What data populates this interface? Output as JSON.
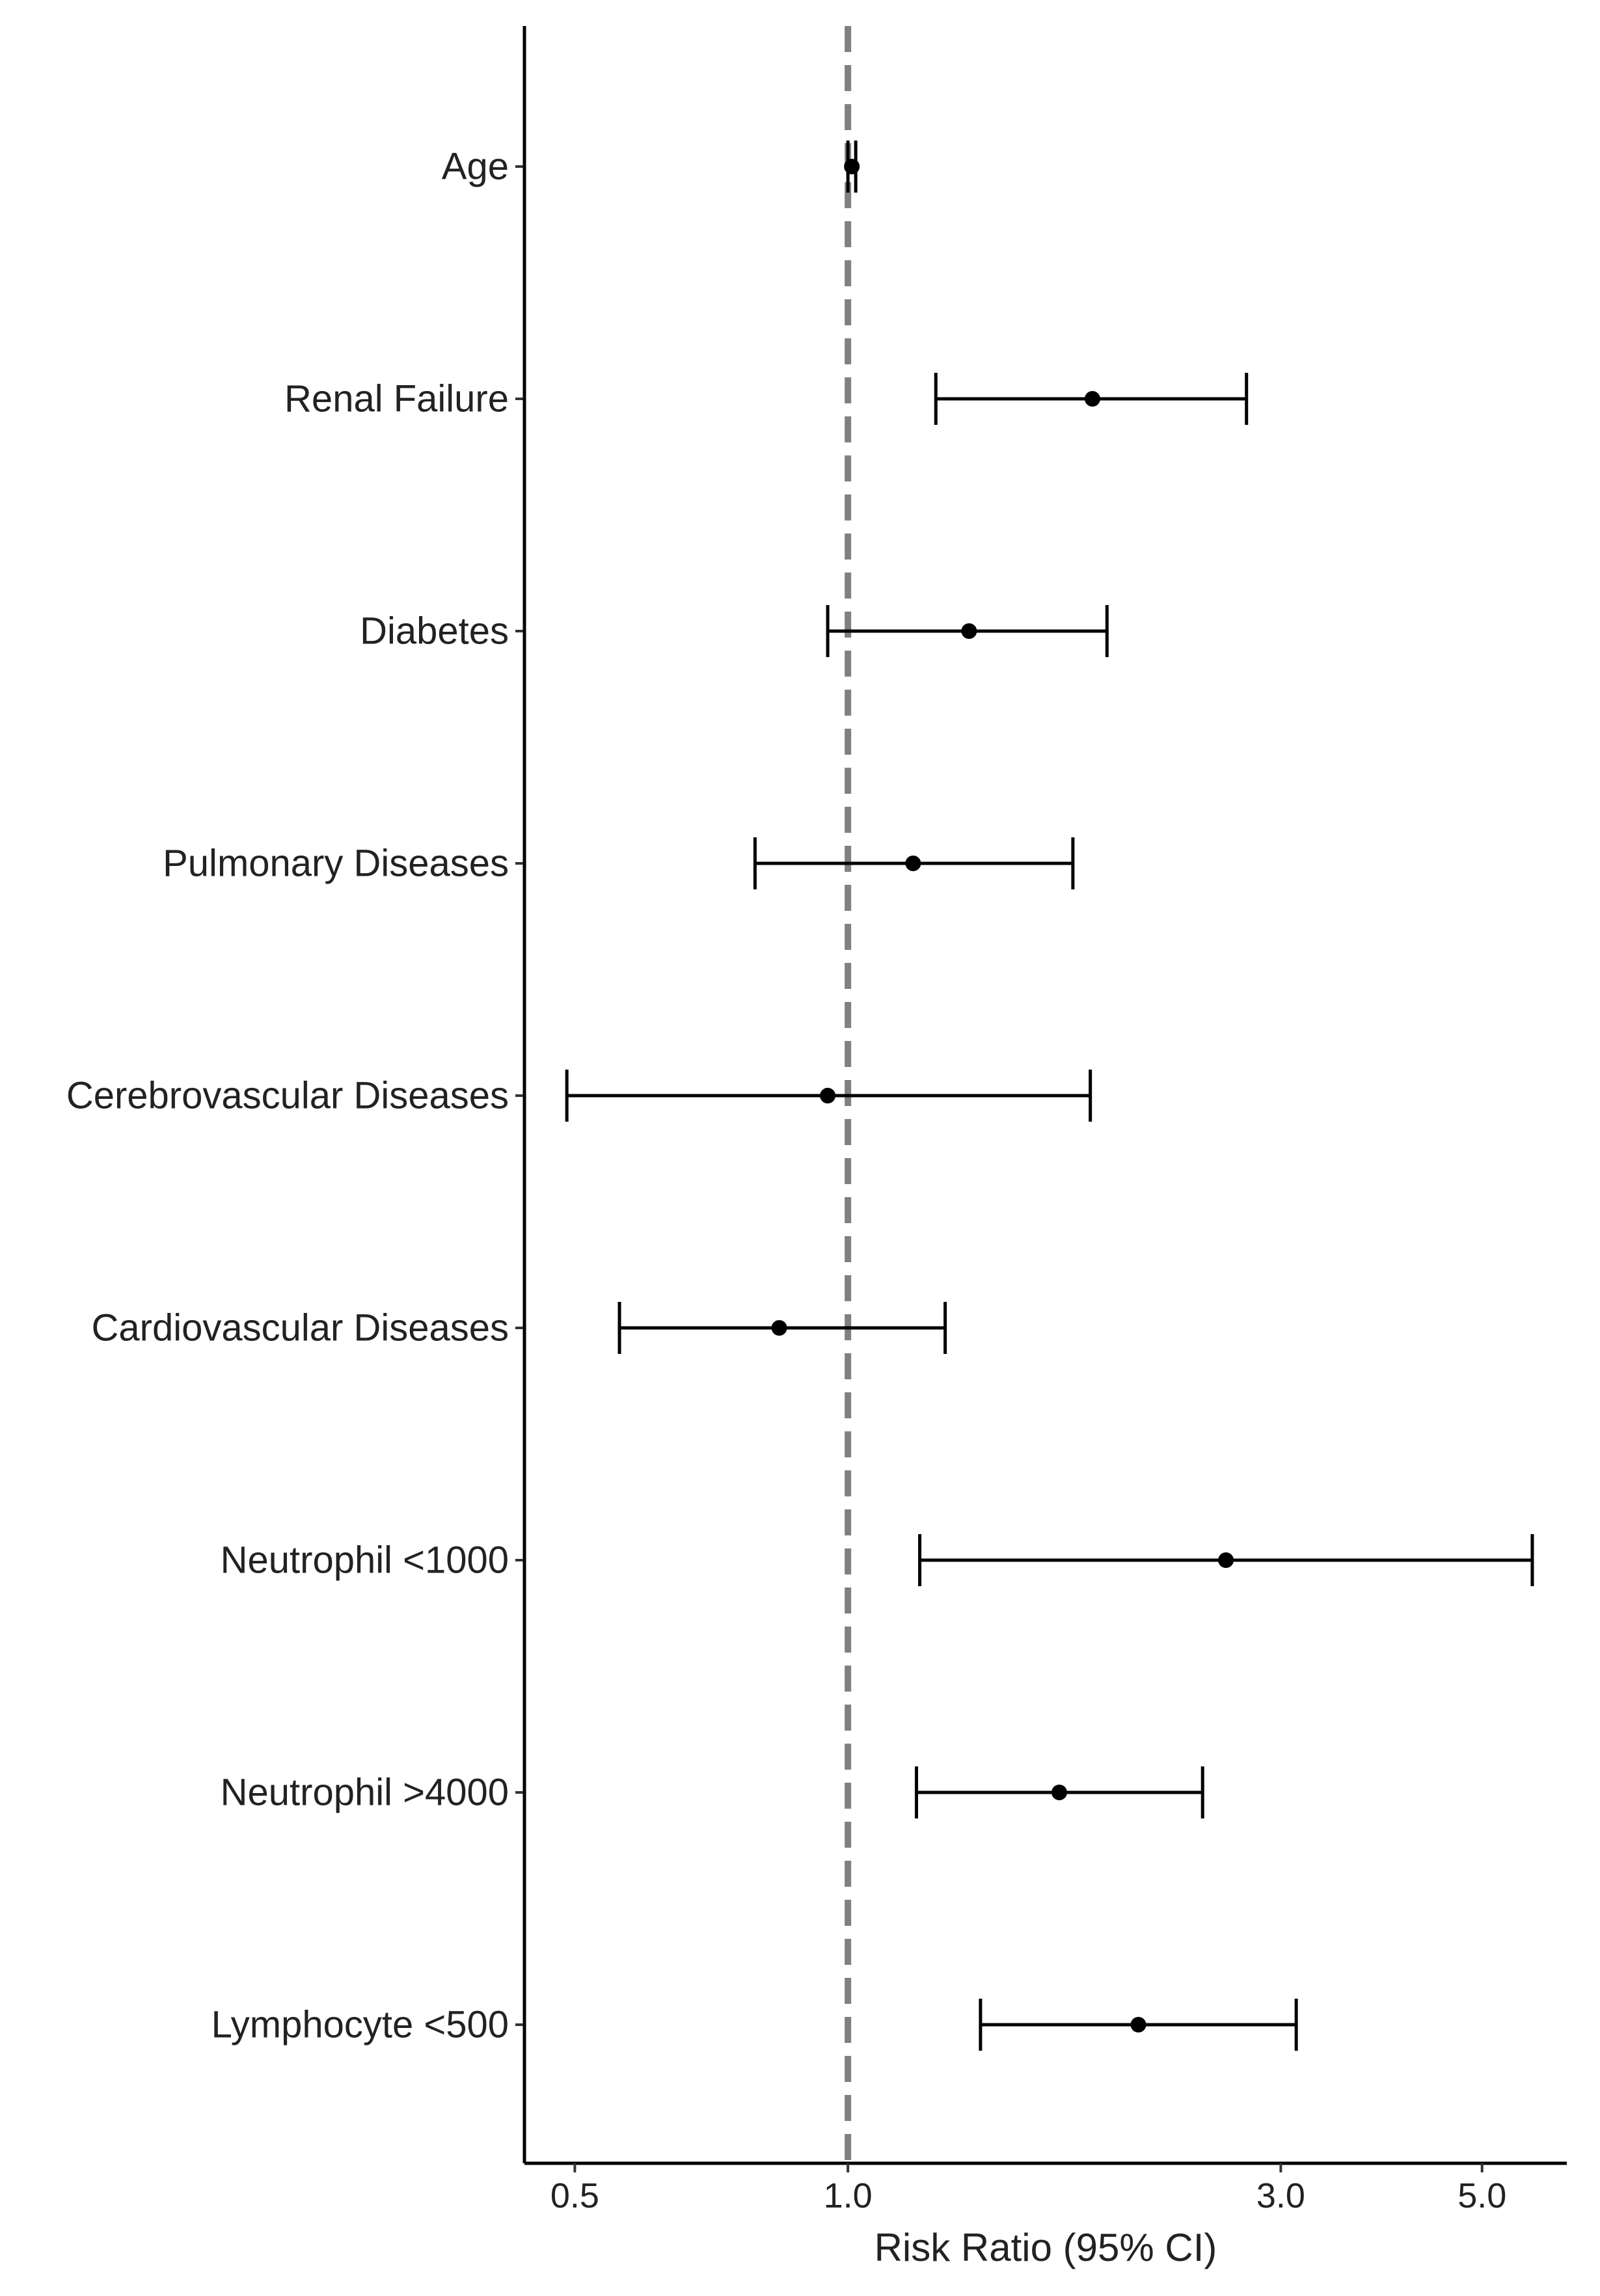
{
  "chart_data": {
    "type": "forest",
    "title": "",
    "xlabel": "Risk Ratio (95% CI)",
    "ylabel": "",
    "x_scale": "log",
    "xlim": [
      0.44,
      6.2
    ],
    "x_ticks": [
      {
        "value": 0.5,
        "label": "0.5"
      },
      {
        "value": 1.0,
        "label": "1.0"
      },
      {
        "value": 3.0,
        "label": "3.0"
      },
      {
        "value": 5.0,
        "label": "5.0"
      }
    ],
    "reference_line": {
      "value": 1.0,
      "style": "dashed",
      "color": "#808080"
    },
    "grid": false,
    "legend": "none",
    "rows": [
      {
        "label": "Age",
        "estimate": 1.01,
        "lower": 1.0,
        "upper": 1.02
      },
      {
        "label": "Renal Failure",
        "estimate": 1.86,
        "lower": 1.25,
        "upper": 2.75
      },
      {
        "label": "Diabetes",
        "estimate": 1.36,
        "lower": 0.95,
        "upper": 1.93
      },
      {
        "label": "Pulmonary Diseases",
        "estimate": 1.18,
        "lower": 0.79,
        "upper": 1.77
      },
      {
        "label": "Cerebrovascular Diseases",
        "estimate": 0.95,
        "lower": 0.49,
        "upper": 1.85
      },
      {
        "label": "Cardiovascular Diseases",
        "estimate": 0.84,
        "lower": 0.56,
        "upper": 1.28
      },
      {
        "label": "Neutrophil <1000",
        "estimate": 2.61,
        "lower": 1.2,
        "upper": 5.68
      },
      {
        "label": "Neutrophil >4000",
        "estimate": 1.71,
        "lower": 1.19,
        "upper": 2.46
      },
      {
        "label": "Lymphocyte <500",
        "estimate": 2.09,
        "lower": 1.4,
        "upper": 3.12
      }
    ]
  }
}
